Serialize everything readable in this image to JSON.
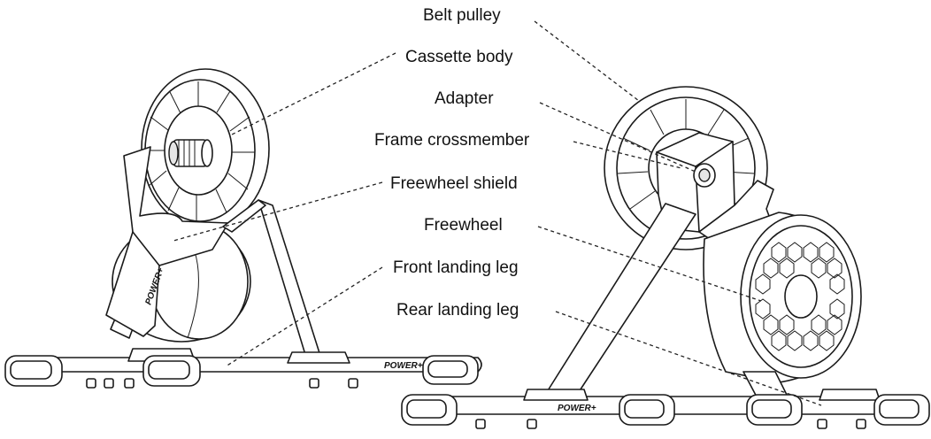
{
  "labels": {
    "belt_pulley": "Belt pulley",
    "cassette_body": "Cassette body",
    "adapter": "Adapter",
    "frame_crossmember": "Frame crossmember",
    "freewheel_shield": "Freewheel shield",
    "freewheel": "Freewheel",
    "front_landing_leg": "Front landing leg",
    "rear_landing_leg": "Rear landing leg"
  },
  "brand": {
    "logo_text": "POWER+"
  }
}
